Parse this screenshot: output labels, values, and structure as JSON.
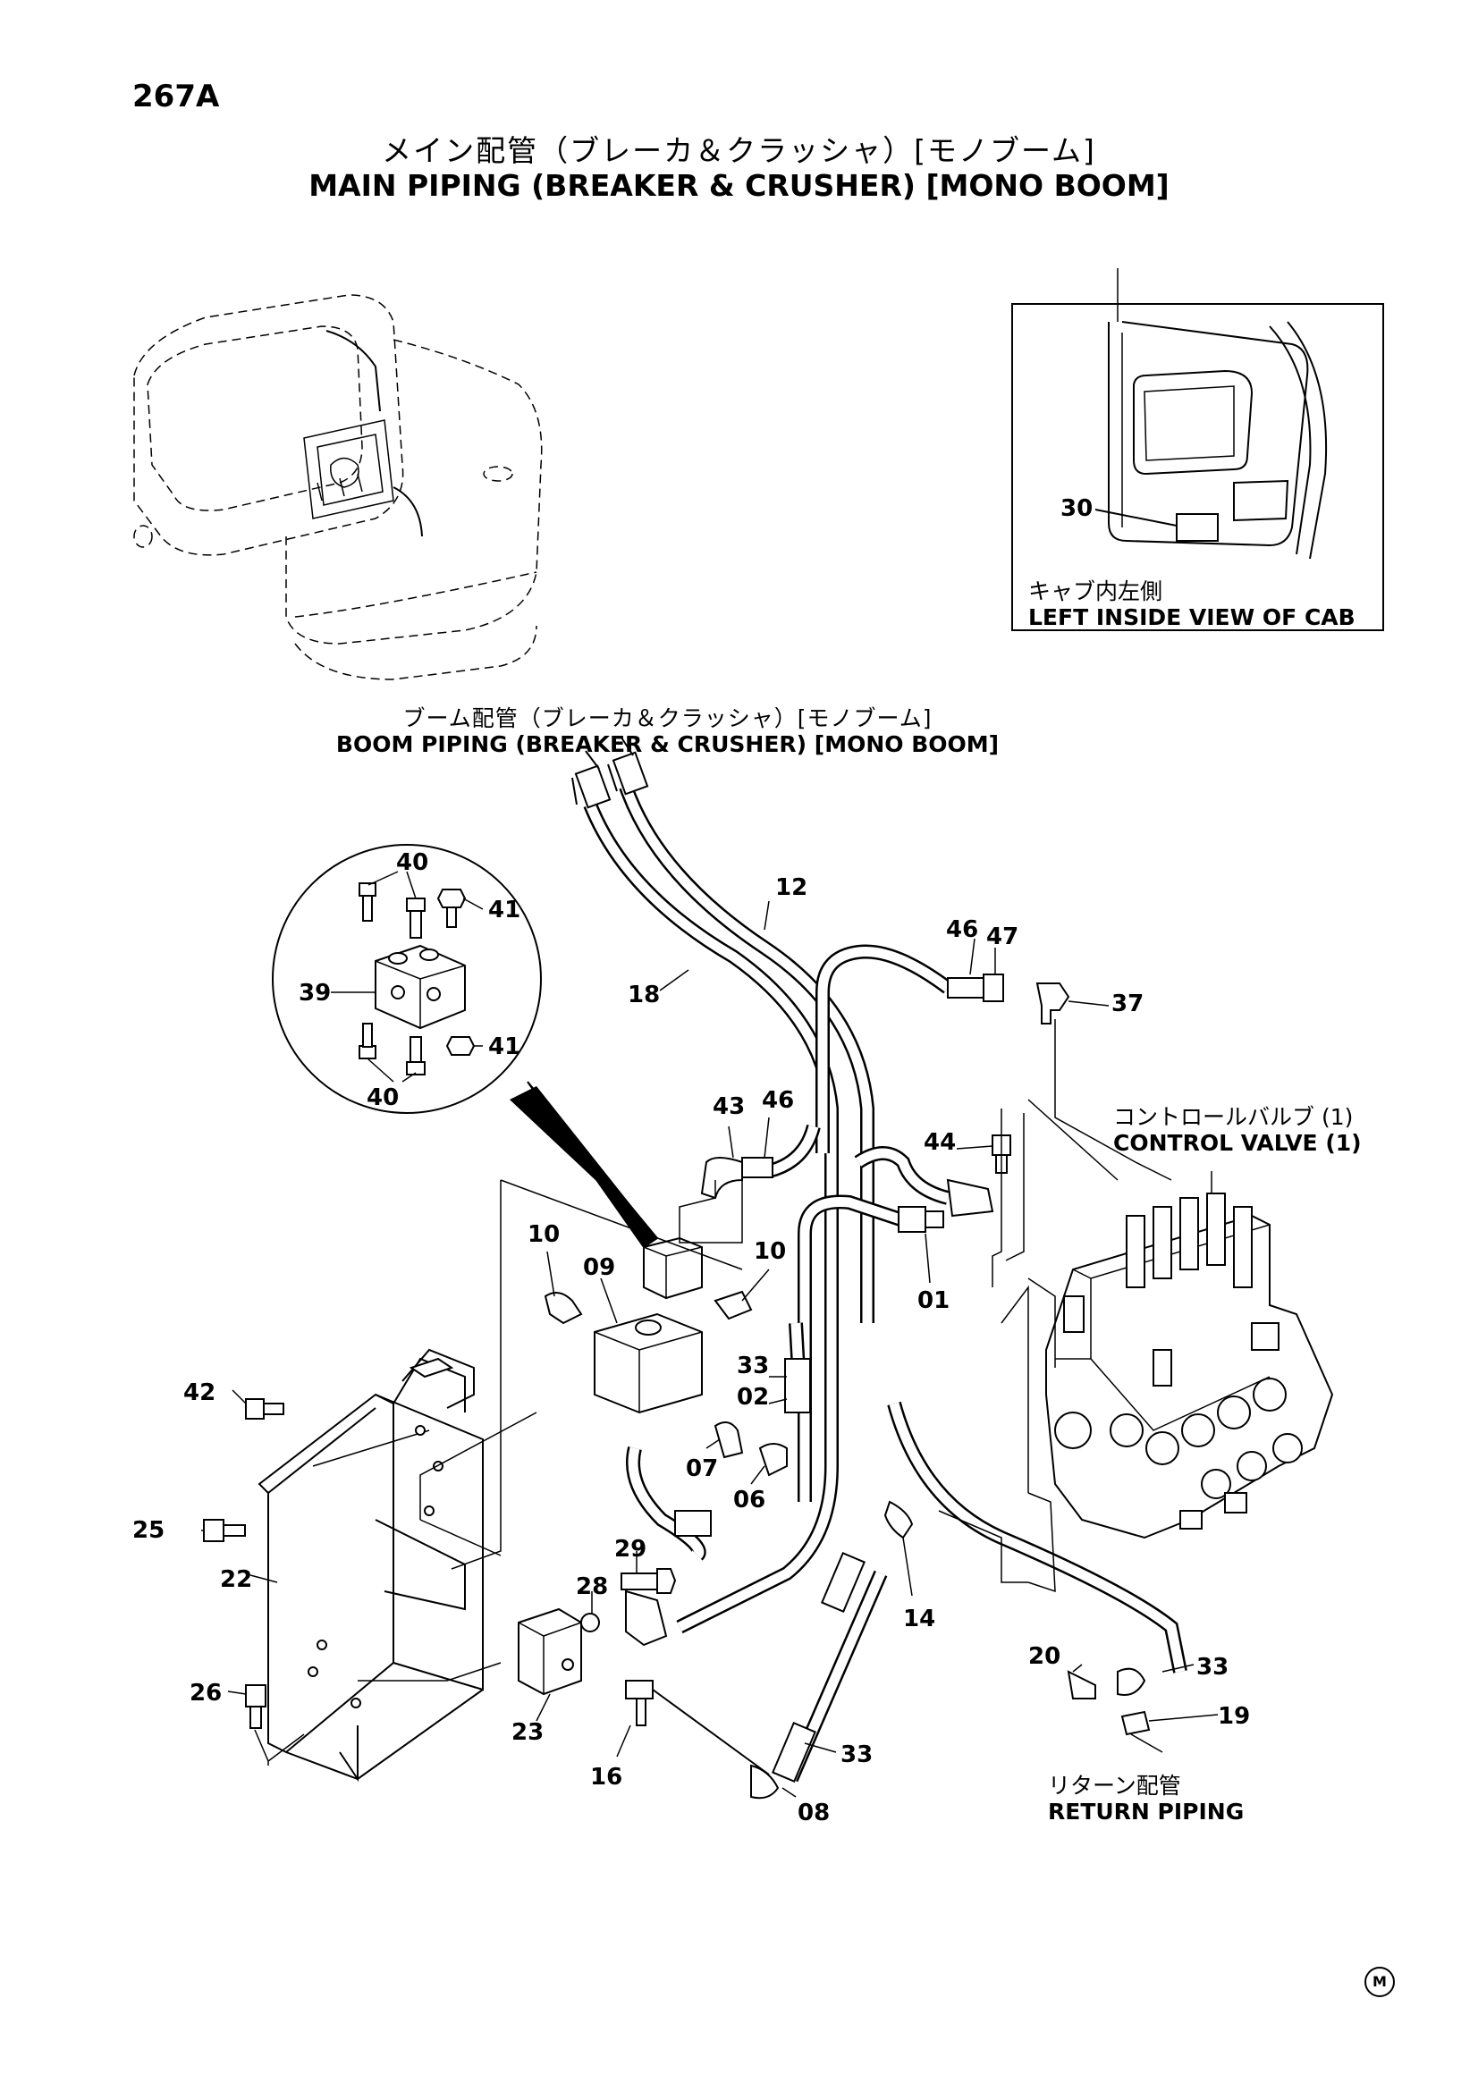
{
  "page_number": "267A",
  "title": {
    "jp": "メイン配管（ブレーカ＆クラッシャ）[モノブーム]",
    "en": "MAIN  PIPING  (BREAKER & CRUSHER) [MONO  BOOM]"
  },
  "inset": {
    "jp": "キャブ内左側",
    "en": "LEFT  INSIDE  VIEW  OF  CAB"
  },
  "boom_piping": {
    "jp": "ブーム配管（ブレーカ＆クラッシャ）[モノブーム]",
    "en": "BOOM  PIPING  (BREAKER & CRUSHER) [MONO  BOOM]"
  },
  "control_valve": {
    "jp": "コントロールバルブ (1)",
    "en": "CONTROL  VALVE  (1)"
  },
  "return_piping": {
    "jp": "リターン配管",
    "en": "RETURN  PIPING"
  },
  "part_callouts": [
    "30",
    "40",
    "41",
    "39",
    "41",
    "40",
    "12",
    "18",
    "46",
    "47",
    "37",
    "43",
    "46",
    "44",
    "10",
    "09",
    "10",
    "01",
    "33",
    "02",
    "07",
    "06",
    "42",
    "25",
    "22",
    "29",
    "28",
    "14",
    "23",
    "16",
    "26",
    "33",
    "08",
    "20",
    "33",
    "19"
  ],
  "maker_mark": "M"
}
